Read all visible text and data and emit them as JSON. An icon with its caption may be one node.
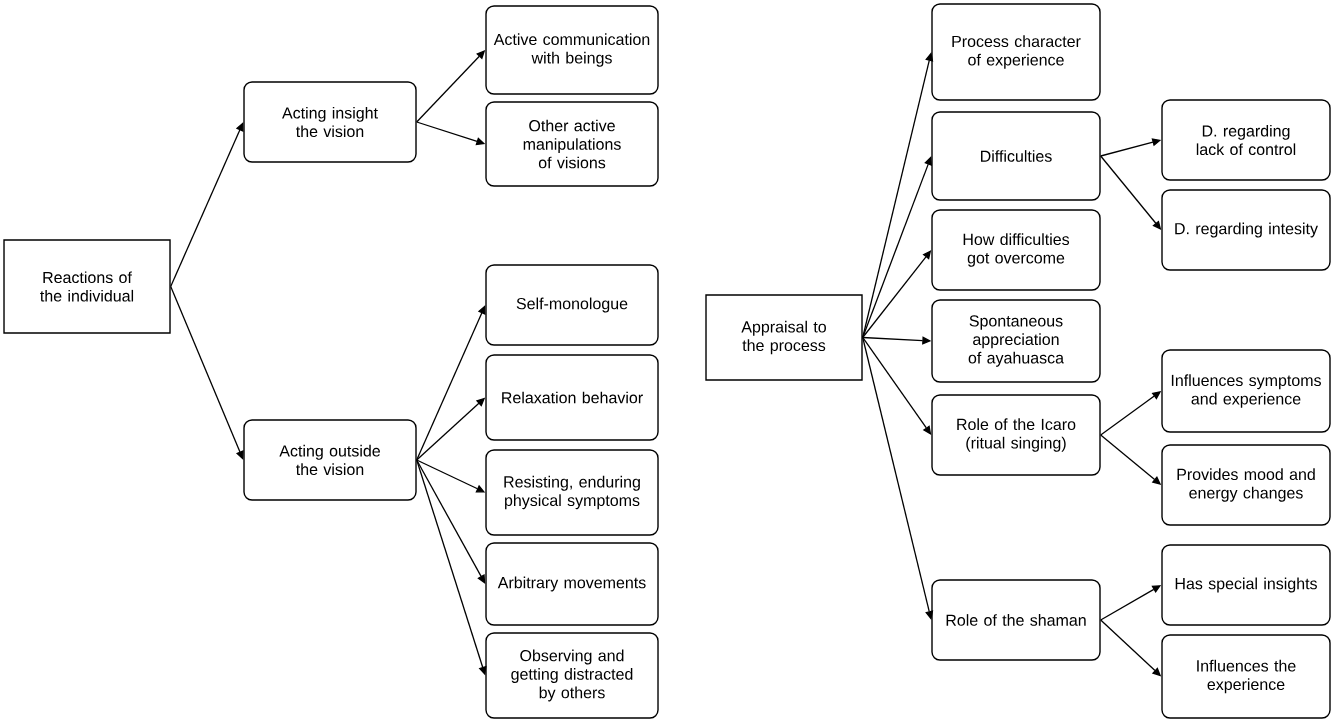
{
  "diagram": {
    "nodes": [
      {
        "text": [
          "Reactions of the individual"
        ]
      },
      {
        "text": [
          "Acting insight the vision"
        ]
      },
      {
        "text": [
          "Active communication with beings"
        ]
      },
      {
        "text": [
          "Other active manipulations of visions"
        ]
      },
      {
        "text": [
          "Acting outside the vision"
        ]
      },
      {
        "text": [
          "Self-monologue"
        ]
      },
      {
        "text": [
          "Relaxation behavior"
        ]
      },
      {
        "text": [
          "Resisting, enduring physical symptoms"
        ]
      },
      {
        "text": [
          "Arbitrary movements"
        ]
      },
      {
        "text": [
          "Observing and getting distracted by others"
        ]
      },
      {
        "text": [
          "Appraisal to the process"
        ]
      },
      {
        "text": [
          "Process character of experience"
        ]
      },
      {
        "text": [
          "Difficulties"
        ]
      },
      {
        "text": [
          "D. regarding lack of control"
        ]
      },
      {
        "text": [
          "D. regarding intesity"
        ]
      },
      {
        "text": [
          "How difficulties got overcome"
        ]
      },
      {
        "text": [
          "Spontaneous appreciation of ayahuasca"
        ]
      },
      {
        "text": [
          "Role of the Icaro (ritual singing)"
        ]
      },
      {
        "text": [
          "Influences symptoms and experience"
        ]
      },
      {
        "text": [
          "Provides mood and energy changes"
        ]
      },
      {
        "text": [
          "Role of the shaman"
        ]
      },
      {
        "text": [
          "Has special insights"
        ]
      },
      {
        "text": [
          "Influences the experience"
        ]
      }
    ],
    "edges": [
      {
        "from": 0,
        "to": 1,
        "arrow": "to"
      },
      {
        "from": 0,
        "to": 4,
        "arrow": "to"
      },
      {
        "from": 1,
        "to": 2,
        "arrow": "to"
      },
      {
        "from": 1,
        "to": 3,
        "arrow": "to"
      },
      {
        "from": 4,
        "to": 5,
        "arrow": "to"
      },
      {
        "from": 4,
        "to": 6,
        "arrow": "to"
      },
      {
        "from": 4,
        "to": 7,
        "arrow": "to"
      },
      {
        "from": 4,
        "to": 8,
        "arrow": "to"
      },
      {
        "from": 4,
        "to": 9,
        "arrow": "to"
      },
      {
        "from": 10,
        "to": 11,
        "arrow": "to"
      },
      {
        "from": 10,
        "to": 12,
        "arrow": "to"
      },
      {
        "from": 10,
        "to": 15,
        "arrow": "to"
      },
      {
        "from": 10,
        "to": 16,
        "arrow": "to"
      },
      {
        "from": 10,
        "to": 17,
        "arrow": "to"
      },
      {
        "from": 10,
        "to": 20,
        "arrow": "to"
      },
      {
        "from": 12,
        "to": 13,
        "arrow": "to"
      },
      {
        "from": 12,
        "to": 14,
        "arrow": "to"
      },
      {
        "from": 17,
        "to": 18,
        "arrow": "to"
      },
      {
        "from": 17,
        "to": 19,
        "arrow": "to"
      },
      {
        "from": 20,
        "to": 21,
        "arrow": "to"
      },
      {
        "from": 20,
        "to": 22,
        "arrow": "to"
      }
    ]
  }
}
